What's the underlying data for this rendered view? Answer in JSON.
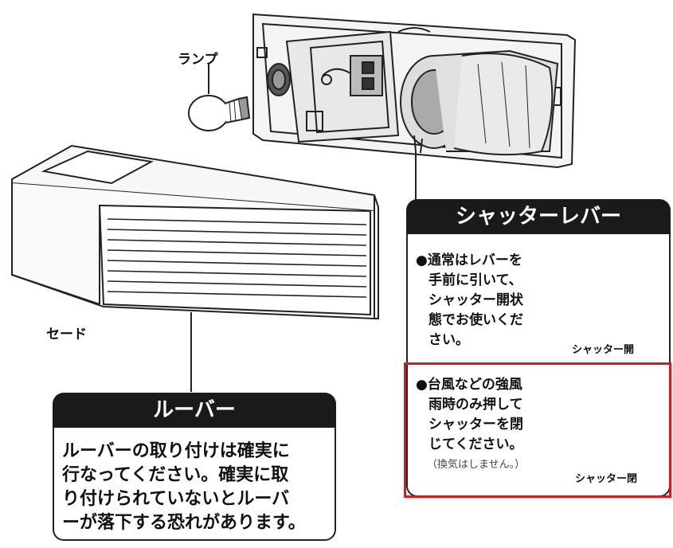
{
  "labels": {
    "lamp": "ランプ",
    "shade": "セード"
  },
  "louver_box": {
    "title": "ルーバー",
    "lines": [
      "ルーバーの取り付けは確実に",
      "行なってください。確実に取",
      "り付けられていないとルーバ",
      "ーが落下する恐れがあります。"
    ]
  },
  "shutter_box": {
    "title": "シャッターレバー",
    "normal_lines": [
      "●通常はレバーを",
      "手前に引いて、",
      "シャッター開状",
      "態でお使いくだ",
      "さい。"
    ],
    "normal_caption": "シャッター開",
    "storm_lines": [
      "●台風などの強風",
      "雨時のみ押して",
      "シャッターを閉",
      "じてください。"
    ],
    "storm_note": "（換気はしません。）",
    "storm_caption": "シャッター閉"
  },
  "colors": {
    "highlight": "#e0161c",
    "box_header": "#1a1a1a"
  }
}
